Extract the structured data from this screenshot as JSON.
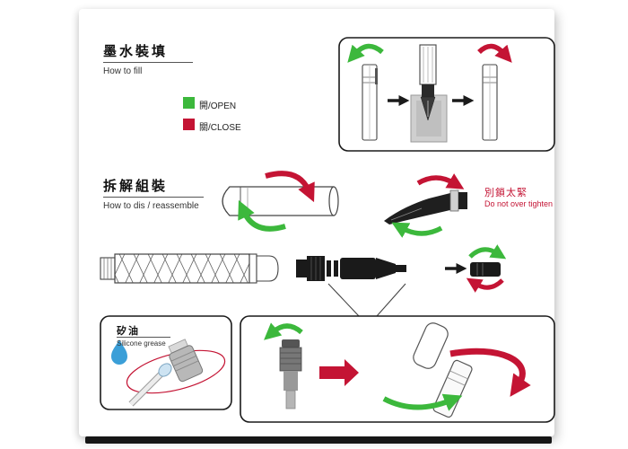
{
  "fill_section": {
    "title": "墨水裝填",
    "subtitle": "How to fill"
  },
  "legend": {
    "open_label": "開/OPEN",
    "close_label": "關/CLOSE"
  },
  "disassemble_section": {
    "title": "拆解組裝",
    "subtitle": "How to dis / reassemble",
    "warning_zh": "別鎖太緊",
    "warning_en": "Do not over tighten"
  },
  "silicone_section": {
    "label_zh": "矽油",
    "label_en": "Silicone grease"
  },
  "colors": {
    "open_green": "#3cb83c",
    "close_red": "#c41434",
    "warning_red": "#c41434",
    "ink_drop_blue": "#3b9fd8",
    "line_black": "#1a1a1a"
  }
}
